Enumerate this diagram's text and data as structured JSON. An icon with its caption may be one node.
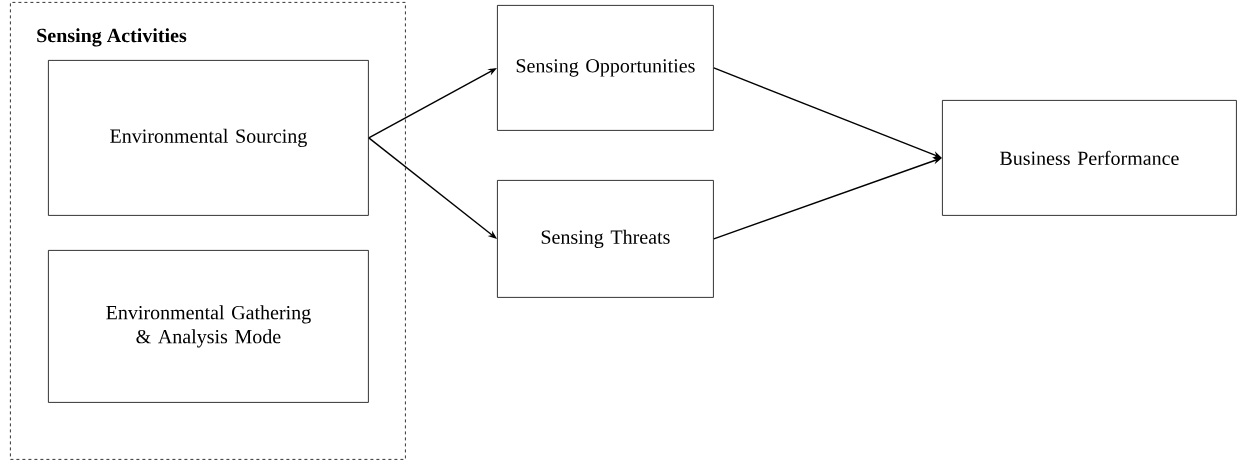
{
  "diagram": {
    "nodes": [
      {
        "text": [
          "Sensing Activities"
        ]
      },
      {
        "text": [
          "Environmental Sourcing"
        ],
        "in": 0
      },
      {
        "text": [
          "Environmental Gathering & Analysis Mode"
        ],
        "in": 0
      },
      {
        "text": [
          "Sensing Opportunities"
        ]
      },
      {
        "text": [
          "Sensing Threats"
        ]
      },
      {
        "text": [
          "Business Performance"
        ]
      }
    ],
    "edges": [
      {
        "from": 1,
        "to": 3,
        "arrow": "to"
      },
      {
        "from": 1,
        "to": 4,
        "arrow": "to"
      },
      {
        "from": 3,
        "to": 5,
        "arrow": "to"
      },
      {
        "from": 4,
        "to": 5,
        "arrow": "to"
      }
    ]
  }
}
